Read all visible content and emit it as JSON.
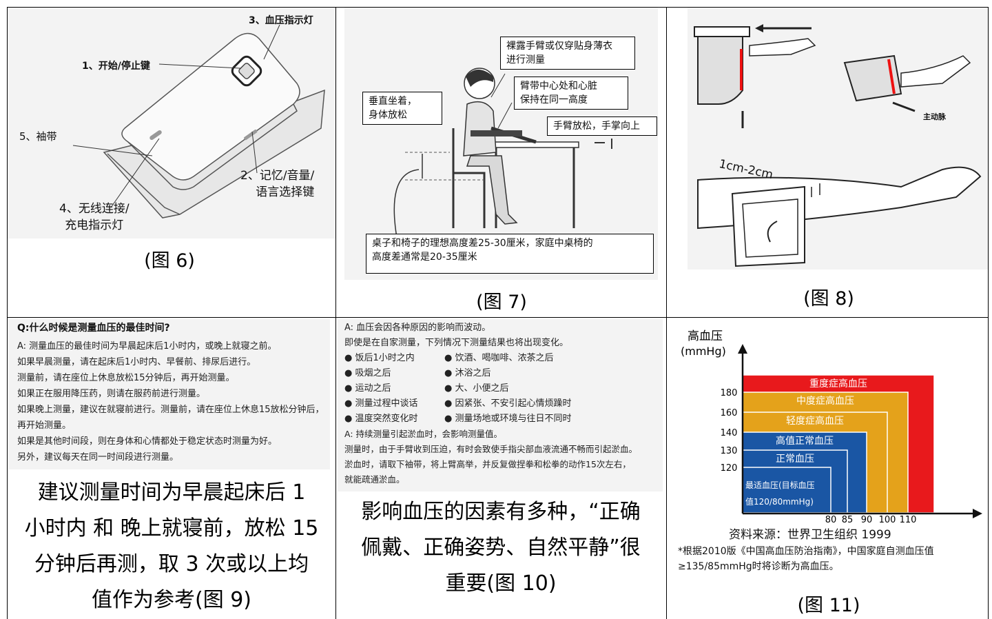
{
  "fig6": {
    "caption": "(图 6)",
    "labels": {
      "l1": "1、开始/停止键",
      "l2a": "2、记忆/音量/",
      "l2b": "语言选择键",
      "l3": "3、血压指示灯",
      "l4a": "4、无线连接/",
      "l4b": "充电指示灯",
      "l5": "5、袖带"
    }
  },
  "fig7": {
    "caption": "(图 7)",
    "notes": {
      "n1a": "裸露手臂或仅穿贴身薄衣",
      "n1b": "进行测量",
      "n2a": "臂带中心处和心脏",
      "n2b": "保持在同一高度",
      "n3": "手臂放松，手掌向上",
      "n4a": "垂直坐着，",
      "n4b": "身体放松",
      "n5a": "桌子和椅子的理想高度差25-30厘米，家庭中桌椅的",
      "n5b": "高度差通常是20-35厘米"
    }
  },
  "fig8": {
    "caption": "(图 8)",
    "label_artery": "主动脉",
    "label_distance": "1cm-2cm"
  },
  "fig9": {
    "question": "Q:什么时候是测量血压的最佳时间?",
    "lines": [
      "A: 测量血压的最佳时间为早晨起床后1小时内，或晚上就寝之前。",
      "如果早晨测量，请在起床后1小时内、早餐前、排尿后进行。",
      "测量前，请在座位上休息放松15分钟后，再开始测量。",
      "如果正在服用降压药，则请在服药前进行测量。",
      "如果晚上测量，建议在就寝前进行。测量前，请在座位上休息15放松分钟后，",
      "再开始测量。",
      "如果是其他时间段，则在身体和心情都处于稳定状态时测量为好。",
      "另外，建议每天在同一时间段进行测量。"
    ],
    "caption_lines": [
      "建议测量时间为早晨起床后 1",
      "小时内 和 晚上就寝前，放松 15",
      "分钟后再测，取 3 次或以上均",
      "值作为参考(图 9)"
    ]
  },
  "fig10": {
    "intro": [
      "A: 血压会因各种原因的影响而波动。",
      "即使是在自家测量，下列情况下测量结果也将出现变化。"
    ],
    "bullets_left": [
      "● 饭后1小时之内",
      "● 吸烟之后",
      "● 运动之后",
      "● 测量过程中谈话",
      "● 温度突然变化时"
    ],
    "bullets_right": [
      "● 饮酒、喝咖啡、浓茶之后",
      "● 沐浴之后",
      "● 大、小便之后",
      "● 因紧张、不安引起心情烦躁时",
      "● 测量场地或环境与往日不同时"
    ],
    "outro": [
      "A: 持续测量引起淤血时，会影响测量值。",
      "测量时，由于手臂收到压迫，有时会致使手指尖部血液流通不畅而引起淤血。",
      "淤血时，请取下袖带，将上臂高举，并反复做捏拳和松拳的动作15次左右，",
      "就能疏通淤血。"
    ],
    "caption_lines": [
      "影响血压的因素有多种，“正确",
      "佩戴、正确姿势、自然平静”很",
      "重要(图 10)"
    ]
  },
  "fig11": {
    "caption": "(图 11)",
    "source": "资料来源：世界卫生组织 1999",
    "note_a": "*根据2010版《中国高血压防治指南》，中国家庭自测血压值",
    "note_b": "≥135/85mmHg时将诊断为高血压。"
  },
  "chart_data": {
    "type": "area",
    "ylabel": "高血压\n(mmHg)",
    "y_ticks": [
      120,
      130,
      140,
      160,
      180
    ],
    "x_ticks": [
      80,
      85,
      90,
      100,
      110
    ],
    "categories": [
      {
        "name": "重度症高血压",
        "systolic_min": 180,
        "diastolic_min": 110,
        "color": "#e8191c"
      },
      {
        "name": "中度症高血压",
        "systolic_min": 160,
        "diastolic_min": 100,
        "color": "#e4a21b"
      },
      {
        "name": "轻度症高血压",
        "systolic_min": 140,
        "diastolic_min": 90,
        "color": "#e4a21b"
      },
      {
        "name": "高值正常血压",
        "systolic_min": 130,
        "diastolic_min": 85,
        "color": "#1a56a4"
      },
      {
        "name": "正常血压",
        "systolic_min": 120,
        "diastolic_min": 80,
        "color": "#1a56a4"
      },
      {
        "name": "最适血压(目标血压值120/80mmHg)",
        "systolic_max": 120,
        "diastolic_max": 80,
        "color": "#1a56a4"
      }
    ]
  }
}
